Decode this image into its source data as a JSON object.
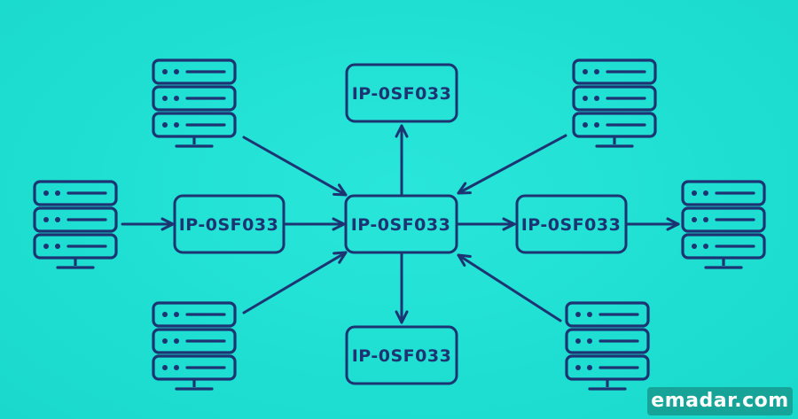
{
  "colors": {
    "background": "#20e2d6",
    "stroke": "#1d3472",
    "watermark_bg": "#15a497"
  },
  "nodes": {
    "center": "IP-0SF033",
    "top": "IP-0SF033",
    "bottom": "IP-0SF033",
    "left": "IP-0SF033",
    "right": "IP-0SF033"
  },
  "icons": {
    "server": "server-rack-icon"
  },
  "watermark": {
    "text": "emadar.com"
  }
}
